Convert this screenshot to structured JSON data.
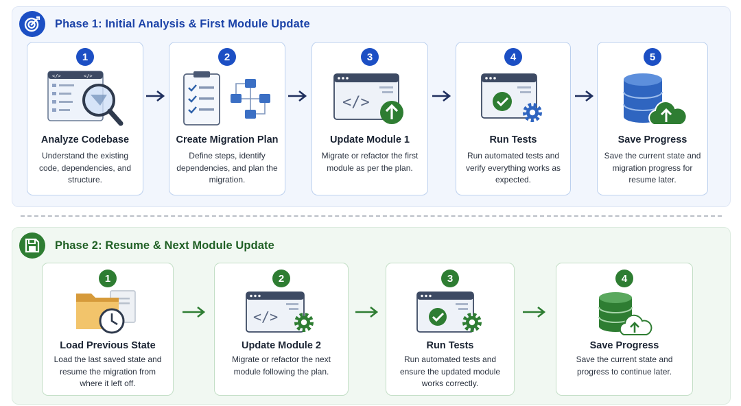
{
  "phase1": {
    "title": "Phase 1: Initial Analysis & First Module Update",
    "steps": [
      {
        "number": "1",
        "title": "Analyze Codebase",
        "desc": "Understand the existing code, dependencies, and structure.",
        "icon": "magnifier-over-code-icon"
      },
      {
        "number": "2",
        "title": "Create Migration Plan",
        "desc": "Define steps, identify dependencies, and plan the migration.",
        "icon": "checklist-flowchart-icon"
      },
      {
        "number": "3",
        "title": "Update Module 1",
        "desc": "Migrate or refactor the first module as per the plan.",
        "icon": "code-window-upload-icon"
      },
      {
        "number": "4",
        "title": "Run Tests",
        "desc": "Run automated tests and verify everything works as expected.",
        "icon": "test-window-gear-icon"
      },
      {
        "number": "5",
        "title": "Save Progress",
        "desc": "Save the current state and migration progress for resume later.",
        "icon": "database-cloud-upload-icon"
      }
    ]
  },
  "phase2": {
    "title": "Phase 2: Resume & Next Module Update",
    "steps": [
      {
        "number": "1",
        "title": "Load Previous State",
        "desc": "Load the last saved state and resume the migration from where it left off.",
        "icon": "folder-clock-icon"
      },
      {
        "number": "2",
        "title": "Update Module 2",
        "desc": "Migrate or refactor the next module following the plan.",
        "icon": "code-window-gear-icon"
      },
      {
        "number": "3",
        "title": "Run Tests",
        "desc": "Run automated tests and ensure the updated module works correctly.",
        "icon": "test-window-gear-icon"
      },
      {
        "number": "4",
        "title": "Save Progress",
        "desc": "Save the current state and progress to continue later.",
        "icon": "database-cloud-upload-icon"
      }
    ]
  },
  "colors": {
    "phase1_accent": "#1c4fc4",
    "phase2_accent": "#2e7d32",
    "phase1_bg": "#f2f6fd",
    "phase2_bg": "#f1f8f2"
  }
}
